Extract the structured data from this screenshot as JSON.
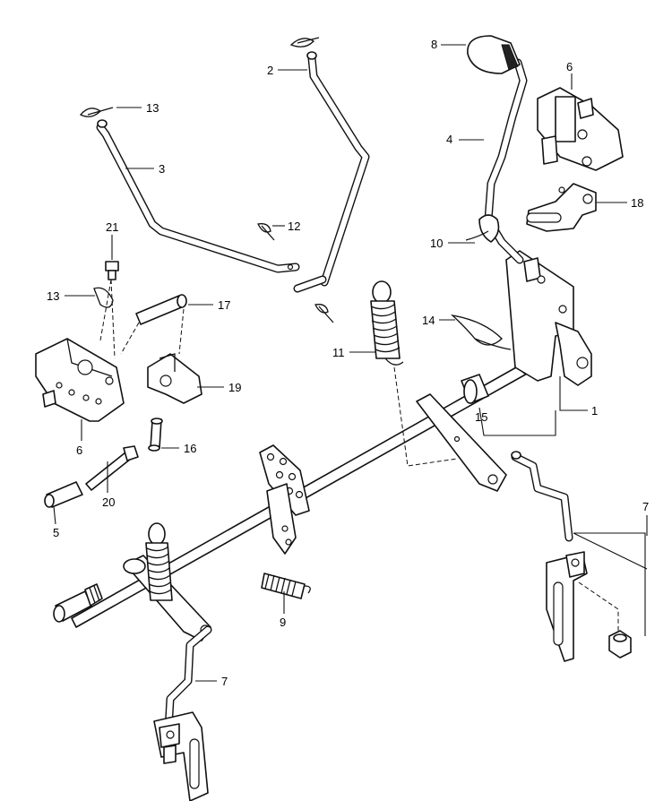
{
  "diagram": {
    "callouts": [
      {
        "id": "c1",
        "label": "1"
      },
      {
        "id": "c2",
        "label": "2"
      },
      {
        "id": "c3",
        "label": "3"
      },
      {
        "id": "c4",
        "label": "4"
      },
      {
        "id": "c5",
        "label": "5"
      },
      {
        "id": "c6a",
        "label": "6"
      },
      {
        "id": "c6b",
        "label": "6"
      },
      {
        "id": "c7a",
        "label": "7"
      },
      {
        "id": "c7b",
        "label": "7"
      },
      {
        "id": "c8",
        "label": "8"
      },
      {
        "id": "c9",
        "label": "9"
      },
      {
        "id": "c10",
        "label": "10"
      },
      {
        "id": "c11",
        "label": "11"
      },
      {
        "id": "c12",
        "label": "12"
      },
      {
        "id": "c13a",
        "label": "13"
      },
      {
        "id": "c13b",
        "label": "13"
      },
      {
        "id": "c14",
        "label": "14"
      },
      {
        "id": "c15",
        "label": "15"
      },
      {
        "id": "c16",
        "label": "16"
      },
      {
        "id": "c17",
        "label": "17"
      },
      {
        "id": "c18",
        "label": "18"
      },
      {
        "id": "c19",
        "label": "19"
      },
      {
        "id": "c20",
        "label": "20"
      },
      {
        "id": "c21",
        "label": "21"
      }
    ]
  }
}
